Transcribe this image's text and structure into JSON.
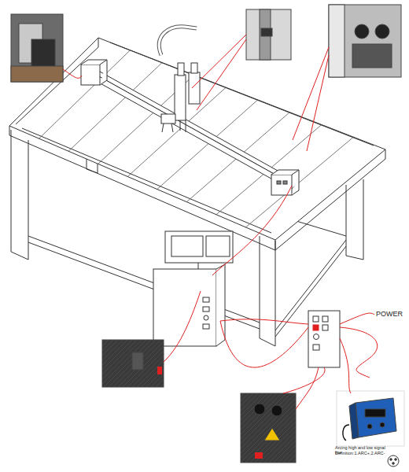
{
  "diagram": {
    "labels": [
      "POWER",
      "Arcing high and low signal line",
      "Definition:1.ARC+,2.ARC-"
    ]
  }
}
